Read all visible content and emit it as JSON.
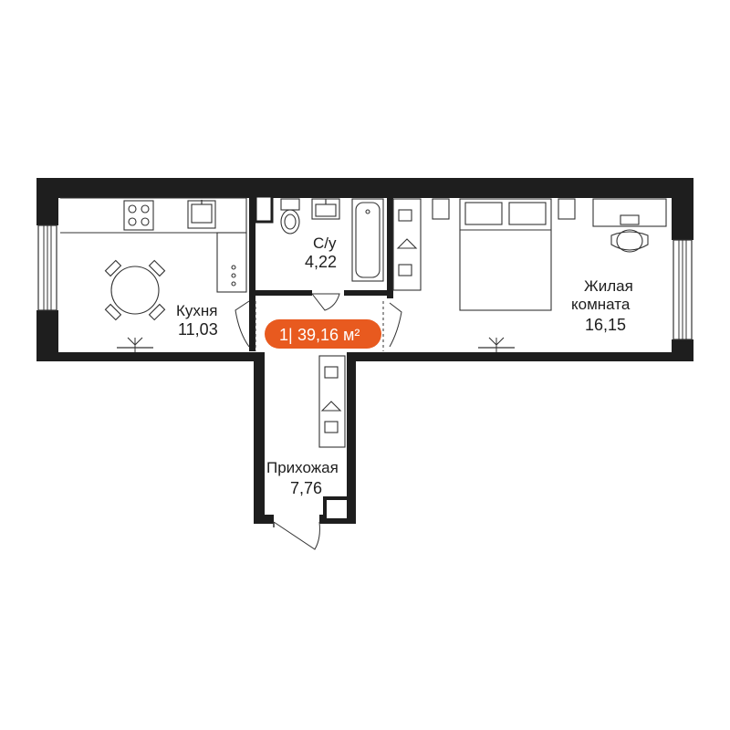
{
  "plan": {
    "badge": {
      "rooms": "1",
      "separator": "|",
      "area": "39,16 м²",
      "color": "#e85a1f"
    },
    "rooms": [
      {
        "id": "kitchen",
        "label": "Кухня",
        "area": "11,03"
      },
      {
        "id": "bathroom",
        "label": "С/у",
        "area": "4,22"
      },
      {
        "id": "living",
        "label_line1": "Жилая",
        "label_line2": "комната",
        "area": "16,15"
      },
      {
        "id": "hallway",
        "label": "Прихожая",
        "area": "7,76"
      }
    ],
    "colors": {
      "wall": "#1e1e1e",
      "fixture_stroke": "#333333",
      "background": "#ffffff"
    }
  }
}
